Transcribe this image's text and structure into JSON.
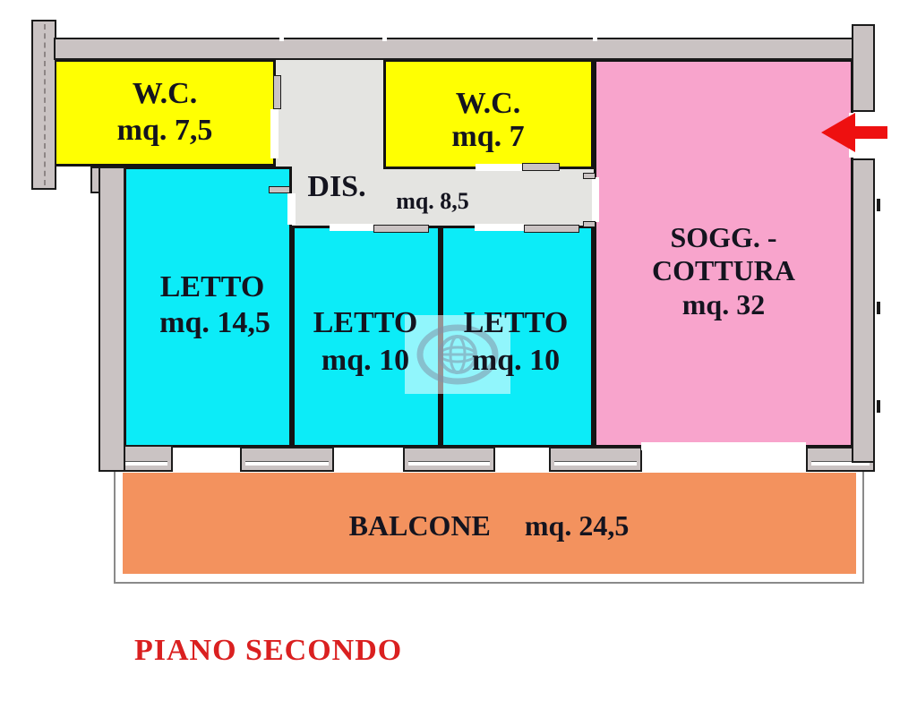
{
  "title": {
    "text": "PIANO SECONDO",
    "color": "#da2020"
  },
  "rooms": {
    "wc_left": {
      "name": "W.C.",
      "area": "mq. 7,5",
      "color": "#ffff02"
    },
    "wc_right": {
      "name": "W.C.",
      "area": "mq. 7",
      "color": "#ffff02"
    },
    "disimpegno": {
      "name": "DIS.",
      "area": "mq. 8,5",
      "color": "#e4e4e1"
    },
    "letto_left": {
      "name": "LETTO",
      "area": "mq. 14,5",
      "color": "#0cecf8"
    },
    "letto_middle": {
      "name": "LETTO",
      "area": "mq. 10",
      "color": "#0cecf8"
    },
    "letto_right": {
      "name": "LETTO",
      "area": "mq. 10",
      "color": "#0cecf8"
    },
    "soggiorno": {
      "name_line1": "SOGG. -",
      "name_line2": "COTTURA",
      "area": "mq. 32",
      "color": "#f8a4cc"
    }
  },
  "balcony": {
    "name": "BALCONE",
    "area": "mq. 24,5",
    "color": "#f3925e"
  },
  "entrance_arrow": {
    "direction": "left",
    "color": "#ee1010"
  },
  "watermark": {
    "icon": "globe-logo"
  },
  "colors": {
    "wall": "#cac3c3",
    "outline": "#141414",
    "label_text": "#14141f",
    "floor_text": "#da2020"
  }
}
